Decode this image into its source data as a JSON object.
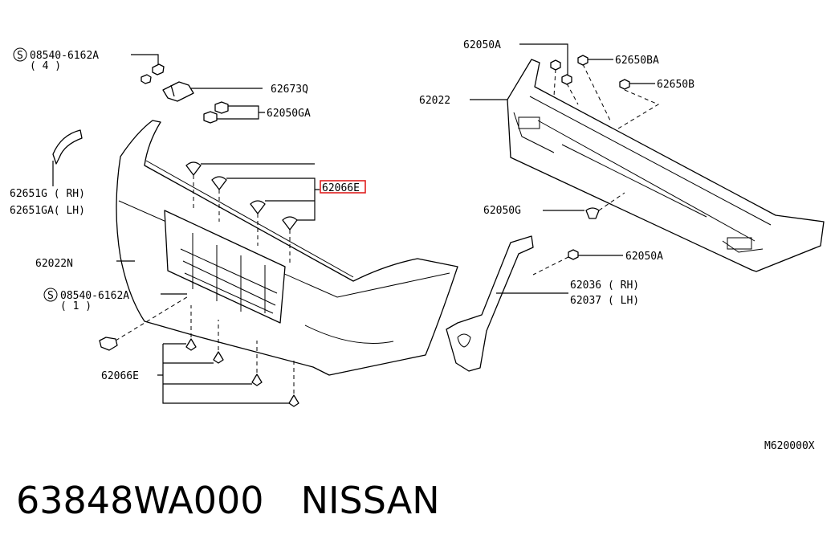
{
  "labels": {
    "screw_top": "08540-6162A",
    "screw_top_qty": "( 4 )",
    "bracket": "62673Q",
    "clip_ga": "62050GA",
    "clip_e": "62066E",
    "brace_rh": "62651G ( RH)",
    "brace_lh": "62651GA( LH)",
    "bumper_cover": "62022N",
    "screw_low": "08540-6162A",
    "screw_low_qty": "( 1 )",
    "clip_bottom": "62066E",
    "bolt_a_top": "62050A",
    "reinforcement": "62022",
    "bolt_ba": "62650BA",
    "bolt_b": "62650B",
    "clip_g": "62050G",
    "bolt_a_side": "62050A",
    "stay_rh": "62036 ( RH)",
    "stay_lh": "62037 ( LH)",
    "diagram_code": "M620000X"
  },
  "circled_s": "S",
  "highlight_color": "#e02020",
  "footer": {
    "part_number": "63848WA000",
    "brand": "NISSAN"
  }
}
